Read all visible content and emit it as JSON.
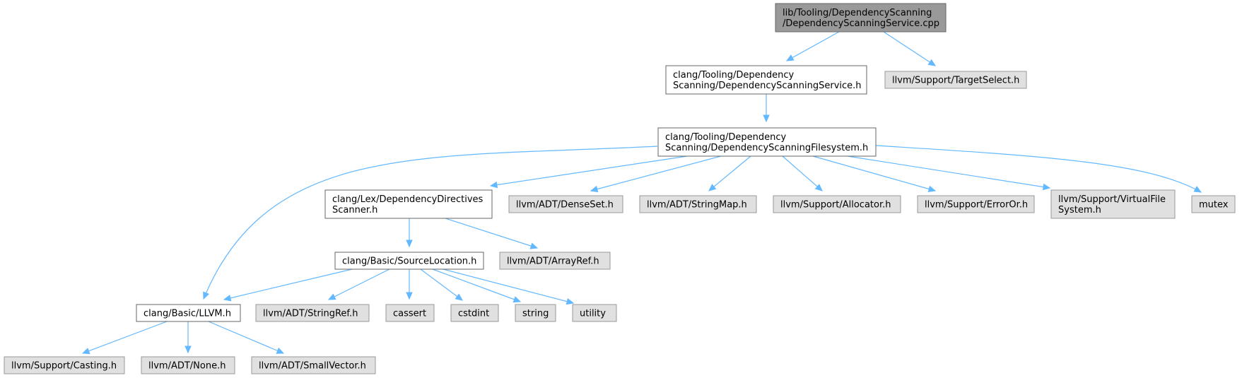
{
  "diagram": {
    "style": {
      "edge_color": "#63b8ff",
      "root_fill": "#999999",
      "root_stroke": "#666666",
      "file_fill": "#ffffff",
      "file_stroke": "#666666",
      "external_fill": "#e0e0e0",
      "external_stroke": "#999999"
    },
    "nodes": [
      {
        "id": "dss_cpp",
        "kind": "root",
        "label": [
          "lib/Tooling/DependencyScanning",
          "/DependencyScanningService.cpp"
        ]
      },
      {
        "id": "dss_h",
        "kind": "file",
        "label": [
          "clang/Tooling/Dependency",
          "Scanning/DependencyScanningService.h"
        ]
      },
      {
        "id": "targetselect",
        "kind": "external",
        "label": [
          "llvm/Support/TargetSelect.h"
        ]
      },
      {
        "id": "dsfs_h",
        "kind": "file",
        "label": [
          "clang/Tooling/Dependency",
          "Scanning/DependencyScanningFilesystem.h"
        ]
      },
      {
        "id": "dds_h",
        "kind": "file",
        "label": [
          "clang/Lex/DependencyDirectives",
          "Scanner.h"
        ]
      },
      {
        "id": "denseset",
        "kind": "external",
        "label": [
          "llvm/ADT/DenseSet.h"
        ]
      },
      {
        "id": "stringmap",
        "kind": "external",
        "label": [
          "llvm/ADT/StringMap.h"
        ]
      },
      {
        "id": "allocator",
        "kind": "external",
        "label": [
          "llvm/Support/Allocator.h"
        ]
      },
      {
        "id": "erroror",
        "kind": "external",
        "label": [
          "llvm/Support/ErrorOr.h"
        ]
      },
      {
        "id": "vfs",
        "kind": "external",
        "label": [
          "llvm/Support/VirtualFile",
          "System.h"
        ]
      },
      {
        "id": "mutex",
        "kind": "external",
        "label": [
          "mutex"
        ]
      },
      {
        "id": "srcloc",
        "kind": "file",
        "label": [
          "clang/Basic/SourceLocation.h"
        ]
      },
      {
        "id": "arrayref",
        "kind": "external",
        "label": [
          "llvm/ADT/ArrayRef.h"
        ]
      },
      {
        "id": "llvm_h",
        "kind": "file",
        "label": [
          "clang/Basic/LLVM.h"
        ]
      },
      {
        "id": "stringref",
        "kind": "external",
        "label": [
          "llvm/ADT/StringRef.h"
        ]
      },
      {
        "id": "cassert",
        "kind": "external",
        "label": [
          "cassert"
        ]
      },
      {
        "id": "cstdint",
        "kind": "external",
        "label": [
          "cstdint"
        ]
      },
      {
        "id": "string",
        "kind": "external",
        "label": [
          "string"
        ]
      },
      {
        "id": "utility",
        "kind": "external",
        "label": [
          "utility"
        ]
      },
      {
        "id": "casting",
        "kind": "external",
        "label": [
          "llvm/Support/Casting.h"
        ]
      },
      {
        "id": "none",
        "kind": "external",
        "label": [
          "llvm/ADT/None.h"
        ]
      },
      {
        "id": "smallvector",
        "kind": "external",
        "label": [
          "llvm/ADT/SmallVector.h"
        ]
      }
    ],
    "edges": [
      {
        "from": "dss_cpp",
        "to": "dss_h"
      },
      {
        "from": "dss_cpp",
        "to": "targetselect"
      },
      {
        "from": "dss_h",
        "to": "dsfs_h"
      },
      {
        "from": "dsfs_h",
        "to": "llvm_h"
      },
      {
        "from": "dsfs_h",
        "to": "dds_h"
      },
      {
        "from": "dsfs_h",
        "to": "denseset"
      },
      {
        "from": "dsfs_h",
        "to": "stringmap"
      },
      {
        "from": "dsfs_h",
        "to": "allocator"
      },
      {
        "from": "dsfs_h",
        "to": "erroror"
      },
      {
        "from": "dsfs_h",
        "to": "vfs"
      },
      {
        "from": "dsfs_h",
        "to": "mutex"
      },
      {
        "from": "dds_h",
        "to": "srcloc"
      },
      {
        "from": "dds_h",
        "to": "arrayref"
      },
      {
        "from": "srcloc",
        "to": "llvm_h"
      },
      {
        "from": "srcloc",
        "to": "stringref"
      },
      {
        "from": "srcloc",
        "to": "cassert"
      },
      {
        "from": "srcloc",
        "to": "cstdint"
      },
      {
        "from": "srcloc",
        "to": "string"
      },
      {
        "from": "srcloc",
        "to": "utility"
      },
      {
        "from": "llvm_h",
        "to": "casting"
      },
      {
        "from": "llvm_h",
        "to": "none"
      },
      {
        "from": "llvm_h",
        "to": "smallvector"
      }
    ]
  }
}
